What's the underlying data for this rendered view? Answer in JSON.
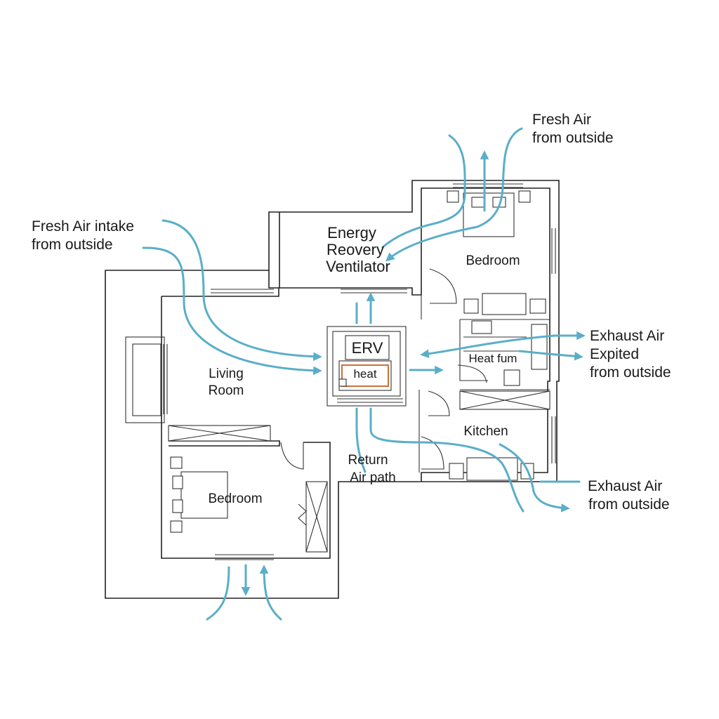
{
  "colors": {
    "airflow": "#5aaec8",
    "heat": "#c9713a",
    "walls": "#222222",
    "background": "#ffffff"
  },
  "labels": {
    "erv_title": [
      "Energy",
      "Reovery",
      "Ventilator"
    ],
    "erv_box": "ERV",
    "heat": "heat",
    "heat_fan": "Heat fum",
    "living_room": [
      "Living",
      "Room"
    ],
    "bedroom_top": "Bedroom",
    "bedroom_bottom": "Bedroom",
    "kitchen": "Kitchen",
    "return_air": [
      "Return",
      "Air path"
    ],
    "fresh_air_intake": [
      "Fresh Air intake",
      "from outside"
    ],
    "fresh_air_top": [
      "Fresh Air",
      "from outside"
    ],
    "exhaust_expited": [
      "Exhaust Air",
      "Expited",
      "from outside"
    ],
    "exhaust_bottom": [
      "Exhaust Air",
      "from outside"
    ]
  }
}
